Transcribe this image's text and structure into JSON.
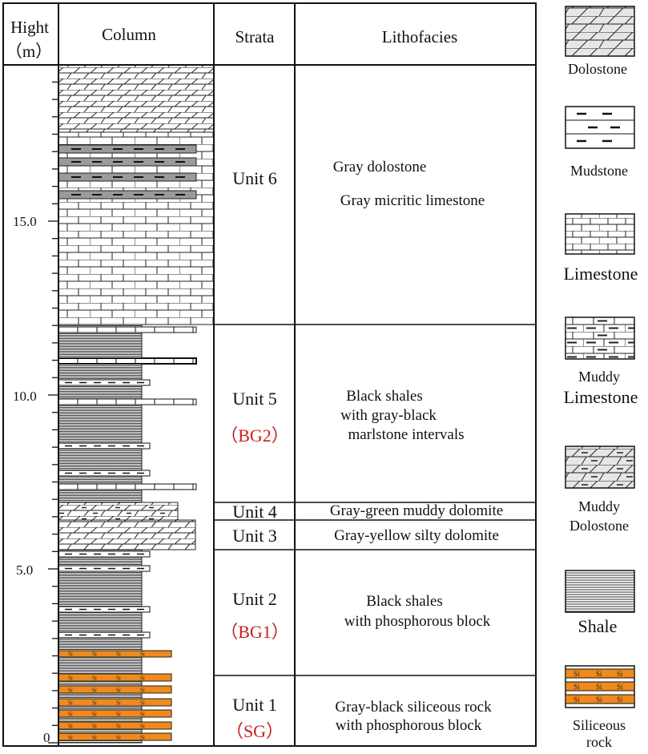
{
  "headers": {
    "height_line1": "Hight",
    "height_line2": "（m）",
    "column": "Column",
    "strata": "Strata",
    "lithofacies": "Lithofacies"
  },
  "axis_ticks": [
    "15.0",
    "10.0",
    "5.0",
    "0"
  ],
  "units": [
    {
      "name": "Unit 6",
      "code": "",
      "lith": [
        "Gray dolostone",
        "Gray micritic limestone"
      ]
    },
    {
      "name": "Unit 5",
      "code": "（BG2）",
      "lith": [
        "Black shales",
        "with gray-black",
        "marlstone intervals"
      ]
    },
    {
      "name": "Unit 4",
      "code": "",
      "lith": [
        "Gray-green muddy dolomite"
      ]
    },
    {
      "name": "Unit 3",
      "code": "",
      "lith": [
        "Gray-yellow silty dolomite"
      ]
    },
    {
      "name": "Unit 2",
      "code": "（BG1）",
      "lith": [
        "Black shales",
        "with phosphorous block"
      ]
    },
    {
      "name": "Unit 1",
      "code": "（SG）",
      "lith": [
        "Gray-black siliceous rock",
        "with phosphorous block"
      ]
    }
  ],
  "legend": [
    {
      "pattern": "dolostone",
      "lines": [
        "Dolostone"
      ]
    },
    {
      "pattern": "mudstone",
      "lines": [
        "Mudstone"
      ]
    },
    {
      "pattern": "limestone",
      "lines": [
        "Limestone"
      ]
    },
    {
      "pattern": "muddy-limestone",
      "lines": [
        "Muddy",
        "Limestone"
      ]
    },
    {
      "pattern": "muddy-dolostone",
      "lines": [
        "Muddy",
        "Dolostone"
      ]
    },
    {
      "pattern": "shale",
      "lines": [
        "Shale"
      ]
    },
    {
      "pattern": "siliceous",
      "lines": [
        "Siliceous",
        "rock"
      ]
    }
  ],
  "siliceous_label": "Si",
  "colors": {
    "siliceous": "#ef8a1c",
    "legend_fill": "#e6e6e6",
    "code_text": "#c81e1e"
  }
}
